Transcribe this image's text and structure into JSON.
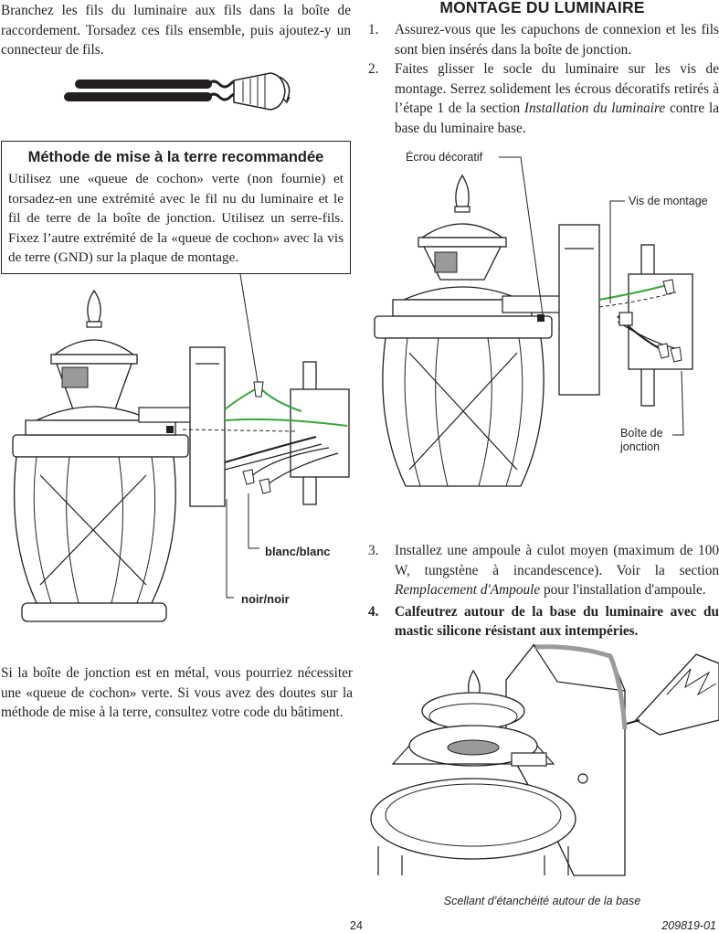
{
  "left_column": {
    "intro": "Branchez les fils du luminaire aux fils dans la boîte de raccordement. Torsadez ces fils ensemble, puis ajoutez-y un connecteur de fils.",
    "ground_box": {
      "title": "Méthode de mise à la terre recommandée",
      "body": "Utilisez une «queue de cochon» verte (non fournie) et torsadez-en une extrémité avec le fil nu du luminaire et le fil de terre de la boîte de jonction. Utilisez un serre-fils. Fixez l’autre extrémité de la «queue de cochon» avec la vis de terre (GND) sur la plaque de montage."
    },
    "wire_labels": {
      "white": "blanc/blanc",
      "black": "noir/noir"
    },
    "metal_note": "Si la boîte de jonction est en métal, vous pourriez nécessiter une «queue de cochon» verte. Si vous avez des doutes sur la méthode de mise à la terre, consultez votre code du bâtiment."
  },
  "right_column": {
    "title": "MONTAGE DU LUMINAIRE",
    "steps_a": [
      {
        "num": "1.",
        "text": "Assurez-vous que les capuchons de connexion et les fils sont bien insérés dans la boîte de jonction."
      },
      {
        "num": "2.",
        "text_before": "Faites glisser le socle du luminaire sur les vis de montage. Serrez solidement les écrous décoratifs retirés à l’étape 1 de la section ",
        "italic": "Installation du luminaire",
        "text_after": " contre la base du luminaire base."
      }
    ],
    "diagram_labels": {
      "decorative_nut": "Écrou décoratif",
      "mounting_screws": "Vis de montage",
      "junction_box": "Boîte de jonction"
    },
    "steps_b": [
      {
        "num": "3.",
        "text_before": "Installez une ampoule à culot moyen (maximum de 100 W, tungstène à incandescence). Voir la section ",
        "italic": "Remplacement d'Ampoule",
        "text_after": " pour l'installation d'ampoule."
      },
      {
        "num": "4.",
        "text": "Calfeutrez autour de la base du luminaire avec du mastic silicone résistant aux intempéries."
      }
    ],
    "caption": "Scellant d’étanchéité autour de la base"
  },
  "footer": {
    "page_number": "24",
    "doc_number": "209819-01"
  },
  "colors": {
    "ink": "#231f20",
    "ground_wire": "#3aa63a",
    "shade": "#9a9a9a",
    "sealant": "#9b9b9b"
  }
}
